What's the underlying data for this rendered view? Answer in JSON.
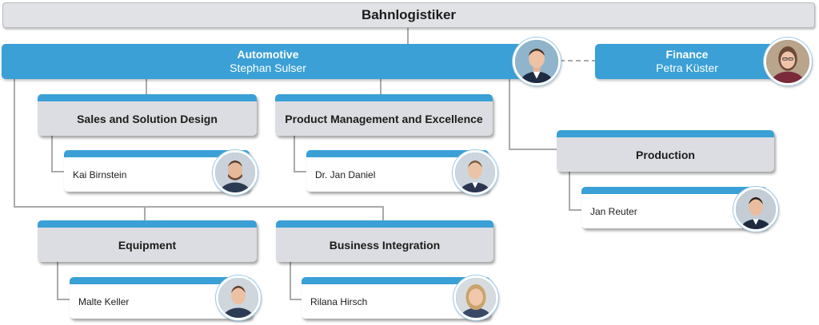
{
  "root": {
    "label": "Bahnlogistiker"
  },
  "automotive": {
    "title": "Automotive",
    "lead": "Stephan Sulser"
  },
  "finance": {
    "title": "Finance",
    "lead": "Petra Küster"
  },
  "departments": [
    {
      "name": "Sales and Solution Design",
      "person": "Kai Birnstein"
    },
    {
      "name": "Product Management and Excellence",
      "person": "Dr. Jan Daniel"
    },
    {
      "name": "Production",
      "person": "Jan Reuter"
    },
    {
      "name": "Equipment",
      "person": "Malte Keller"
    },
    {
      "name": "Business Integration",
      "person": "Rilana Hirsch"
    }
  ],
  "colors": {
    "accent_blue": "#3aa0d6",
    "box_gray": "#dcdde2",
    "connector_gray": "#a9aaad"
  },
  "icons": {
    "portrait": "person-photo-icon"
  }
}
